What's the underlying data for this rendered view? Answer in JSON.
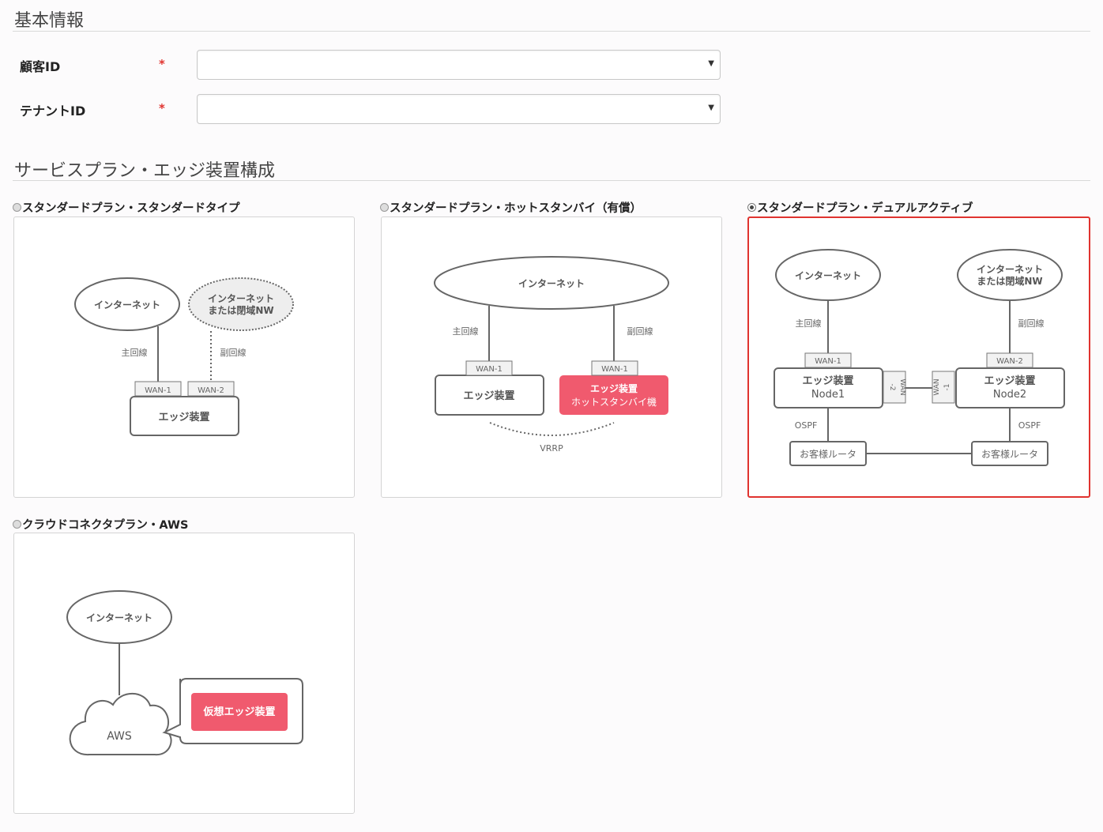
{
  "basic_info": {
    "title": "基本情報",
    "customer_id": {
      "label": "顧客ID",
      "required_mark": "*",
      "value": "",
      "arrow": "▼"
    },
    "tenant_id": {
      "label": "テナントID",
      "required_mark": "*",
      "value": "",
      "arrow": "▼"
    }
  },
  "service": {
    "title": "サービスプラン・エッジ装置構成",
    "plans": [
      {
        "label": "スタンダードプラン・スタンダードタイプ",
        "selected": false,
        "diagram": {
          "internet": "インターネット",
          "internet_or_closed": "インターネット",
          "internet_or_closed_2": "または閉域NW",
          "main_line": "主回線",
          "sub_line": "副回線",
          "wan1": "WAN-1",
          "wan2": "WAN-2",
          "edge": "エッジ装置"
        }
      },
      {
        "label": "スタンダードプラン・ホットスタンバイ（有償）",
        "selected": false,
        "diagram": {
          "internet": "インターネット",
          "main_line": "主回線",
          "sub_line": "副回線",
          "wan1a": "WAN-1",
          "wan1b": "WAN-1",
          "edge": "エッジ装置",
          "edge_standby_1": "エッジ装置",
          "edge_standby_2": "ホットスタンバイ機",
          "vrrp": "VRRP"
        }
      },
      {
        "label": "スタンダードプラン・デュアルアクティブ",
        "selected": true,
        "diagram": {
          "internet": "インターネット",
          "internet_or_closed": "インターネット",
          "internet_or_closed_2": "または閉域NW",
          "main_line": "主回線",
          "sub_line": "副回線",
          "wan1": "WAN-1",
          "wan2": "WAN-2",
          "wan2_side_1": "WAN",
          "wan2_side_2": "-2",
          "wan1_side_1": "WAN",
          "wan1_side_2": "-1",
          "node1_title": "エッジ装置",
          "node1_name": "Node1",
          "node2_title": "エッジ装置",
          "node2_name": "Node2",
          "ospf_left": "OSPF",
          "ospf_right": "OSPF",
          "router_left": "お客様ルータ",
          "router_right": "お客様ルータ"
        }
      },
      {
        "label": "クラウドコネクタプラン・AWS",
        "selected": false,
        "diagram": {
          "internet": "インターネット",
          "aws": "AWS",
          "virtual_edge": "仮想エッジ装置"
        }
      }
    ]
  },
  "colors": {
    "accent": "#e0332f",
    "pink": "#f05a6e",
    "line": "#666666"
  }
}
